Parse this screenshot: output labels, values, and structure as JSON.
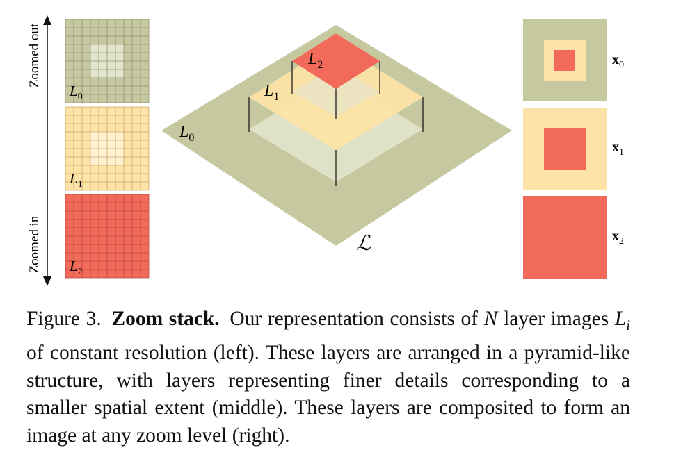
{
  "figure": {
    "axis": {
      "top_label": "Zoomed out",
      "bottom_label": "Zoomed in"
    },
    "layers": [
      {
        "name": "L",
        "sub": "0"
      },
      {
        "name": "L",
        "sub": "1"
      },
      {
        "name": "L",
        "sub": "2"
      }
    ],
    "pyramid": {
      "base_label": "ℒ",
      "layer_labels": [
        {
          "name": "L",
          "sub": "0"
        },
        {
          "name": "L",
          "sub": "1"
        },
        {
          "name": "L",
          "sub": "2"
        }
      ]
    },
    "outputs": [
      {
        "name": "x",
        "sub": "0"
      },
      {
        "name": "x",
        "sub": "1"
      },
      {
        "name": "x",
        "sub": "2"
      }
    ],
    "colors": {
      "green": "#c6c9a0",
      "yellow": "#fde3a7",
      "red": "#f26a5a",
      "light_green": "#e3e6cc",
      "light_yellow": "#fff1d2"
    }
  },
  "caption": {
    "label": "Figure 3.",
    "title": "Zoom stack.",
    "pre": "Our representation consists of ",
    "var_n": "N",
    "mid1": " layer images ",
    "var_l": "L",
    "var_l_sub": "i",
    "post": " of constant resolution (left). These layers are arranged in a pyramid-like structure, with layers representing finer details corresponding to a smaller spatial extent (middle). These layers are composited to form an image at any zoom level (right)."
  }
}
